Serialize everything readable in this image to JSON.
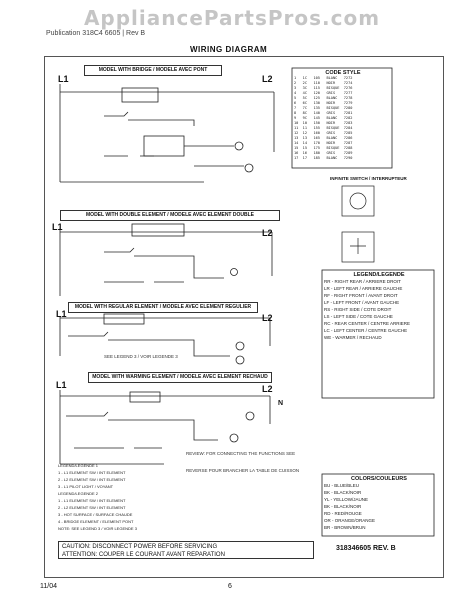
{
  "watermark": "AppliancePartsPros.com",
  "header": {
    "publication": "Publication 318C4 6605 | Rev B",
    "title": "WIRING DIAGRAM"
  },
  "sections": [
    {
      "title": "MODEL WITH BRIDGE / MODELE AVEC PONT",
      "l1": "L1",
      "l2": "L2"
    },
    {
      "title": "MODEL WITH DOUBLE ELEMENT / MODELE AVEC ELEMENT DOUBLE",
      "l1": "L1",
      "l2": "L2"
    },
    {
      "title": "MODEL WITH REGULAR ELEMENT / MODELE AVEC ELEMENT REGULIER",
      "l1": "L1",
      "l2": "L2"
    },
    {
      "title": "MODEL WITH WARMING ELEMENT / MODELE AVEC ELEMENT RECHAUD",
      "l1": "L1",
      "l2": "L2"
    }
  ],
  "notes": {
    "see_legend": "SEE LEGEND 3 / VOIR LEGENDE 3",
    "neutral": "N",
    "review": "REVIEW: FOR CONNECTING THE FUNCTIONS SEE",
    "refer": "REVERSE POUR BRANCHER LA TABLE DE CUISSON"
  },
  "code_style": {
    "header": "CODE STYLE",
    "rows": [
      "1   1C   105   BLANC   7272",
      "2   2C   110   NOIR    7274",
      "3   3C   115   BISQUE  7276",
      "4   4C   120   GRIS    7277",
      "5   5C   125   BLANC   7278",
      "6   6C   130   NOIR    7279",
      "7   7C   135   BISQUE  7280",
      "8   8C   140   GRIS    7281",
      "9   9C   145   BLANC   7282",
      "10  10   150   NOIR    7283",
      "11  11   155   BISQUE  7284",
      "12  12   160   GRIS    7285",
      "13  13   165   BLANC   7286",
      "14  14   170   NOIR    7287",
      "15  15   175   BISQUE  7288",
      "16  16   180   GRIS    7289",
      "17  17   185   BLANC   7290"
    ]
  },
  "switch_panel": {
    "title": "INFINITE SWITCH / INTERRUPTEUR"
  },
  "legend": {
    "title": "LEGEND/LEGENDE",
    "items": [
      "RR - RIGHT REAR / ARRIERE DROIT",
      "LR - LEFT REAR / ARRIERE GAUCHE",
      "RF - RIGHT FRONT / AVANT DROIT",
      "LF - LEFT FRONT / AVANT GAUCHE",
      "RS - RIGHT SIDE / COTE DROIT",
      "LS - LEFT SIDE / COTE GAUCHE",
      "RC - REAR CENTER / CENTRE ARRIERE",
      "LC - LEFT CENTER / CENTRE GAUCHE",
      "WE - WARMER / RECHAUD"
    ]
  },
  "colors": {
    "title": "COLORS/COULEURS",
    "items": [
      "BU - BLUE/BLEU",
      "BK - BLACK/NOIR",
      "YL - YELLOW/JAUNE",
      "BK - BLACK/NOIR",
      "RD - RED/ROUGE",
      "OR - ORANGE/ORANGE",
      "BR - BROWN/BRUN"
    ]
  },
  "bottom_legend": [
    "LEGEND/LEGENDE 1",
    "1 - L1 ELEMENT SW / INT ELEMENT",
    "2 - L2 ELEMENT SW / INT ELEMENT",
    "3 - L1 PILOT LIGHT / VOYANT",
    "LEGEND/LEGENDE 2",
    "1 - L1 ELEMENT SW / INT ELEMENT",
    "2 - L2 ELEMENT SW / INT ELEMENT",
    "3 - HOT SURFACE / SURFACE CHAUDE",
    "4 - BRIDGE ELEMENT / ELEMENT PONT",
    "NOTE: SEE LEGEND 3 / VOIR LEGENDE 3"
  ],
  "caution": {
    "line1": "CAUTION: DISCONNECT POWER BEFORE SERVICING",
    "line2": "ATTENTION: COUPER LE COURANT AVANT REPARATION"
  },
  "part_number": "318346605 REV. B",
  "footer": {
    "date": "11/04",
    "page": "6"
  }
}
